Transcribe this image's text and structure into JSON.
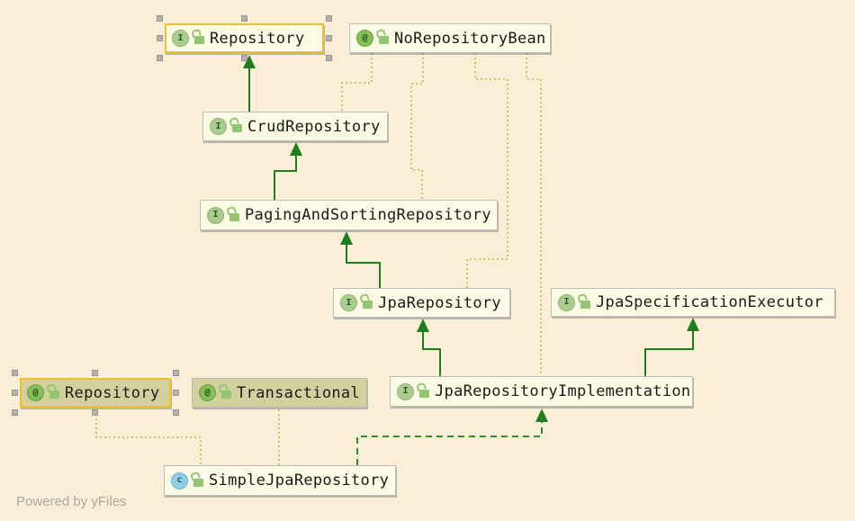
{
  "page": {
    "watermark": "Powered by yFiles",
    "background_color": "#faeed6"
  },
  "colors": {
    "node_fill": "#fbfae5",
    "node_fill_highlighted": "#d3d09e",
    "selection_border": "#edc127",
    "generalization_edge": "#1e7d1e",
    "realization_edge": "#2c8f2c",
    "annotation_edge": "#c9b042"
  },
  "icons": {
    "interface_letter": "I",
    "annotation_letter": "@",
    "class_letter": "c"
  },
  "nodes": [
    {
      "id": "repository-interface",
      "label": "Repository",
      "kind": "interface",
      "icon_letter": "I",
      "selected": true
    },
    {
      "id": "no-repository-bean",
      "label": "NoRepositoryBean",
      "kind": "annotation",
      "icon_letter": "@",
      "selected": false
    },
    {
      "id": "crud-repository",
      "label": "CrudRepository",
      "kind": "interface",
      "icon_letter": "I",
      "selected": false
    },
    {
      "id": "paging-and-sorting-repository",
      "label": "PagingAndSortingRepository",
      "kind": "interface",
      "icon_letter": "I",
      "selected": false
    },
    {
      "id": "jpa-repository",
      "label": "JpaRepository",
      "kind": "interface",
      "icon_letter": "I",
      "selected": false
    },
    {
      "id": "jpa-specification-executor",
      "label": "JpaSpecificationExecutor",
      "kind": "interface",
      "icon_letter": "I",
      "selected": false
    },
    {
      "id": "repository-annotation",
      "label": "Repository",
      "kind": "annotation",
      "icon_letter": "@",
      "selected": true,
      "highlighted": true
    },
    {
      "id": "transactional",
      "label": "Transactional",
      "kind": "annotation",
      "icon_letter": "@",
      "selected": false,
      "highlighted": true
    },
    {
      "id": "jpa-repository-implementation",
      "label": "JpaRepositoryImplementation",
      "kind": "interface",
      "icon_letter": "I",
      "selected": false
    },
    {
      "id": "simple-jpa-repository",
      "label": "SimpleJpaRepository",
      "kind": "class",
      "icon_letter": "c",
      "selected": false
    }
  ],
  "edges": [
    {
      "from": "CrudRepository",
      "to": "Repository",
      "type": "extends"
    },
    {
      "from": "PagingAndSortingRepository",
      "to": "CrudRepository",
      "type": "extends"
    },
    {
      "from": "JpaRepository",
      "to": "PagingAndSortingRepository",
      "type": "extends"
    },
    {
      "from": "JpaRepositoryImplementation",
      "to": "JpaRepository",
      "type": "extends"
    },
    {
      "from": "JpaRepositoryImplementation",
      "to": "JpaSpecificationExecutor",
      "type": "extends"
    },
    {
      "from": "SimpleJpaRepository",
      "to": "JpaRepositoryImplementation",
      "type": "implements"
    },
    {
      "from": "NoRepositoryBean",
      "to": "CrudRepository",
      "type": "annotation"
    },
    {
      "from": "NoRepositoryBean",
      "to": "PagingAndSortingRepository",
      "type": "annotation"
    },
    {
      "from": "NoRepositoryBean",
      "to": "JpaRepository",
      "type": "annotation"
    },
    {
      "from": "NoRepositoryBean",
      "to": "JpaRepositoryImplementation",
      "type": "annotation"
    },
    {
      "from": "Repository(annotation)",
      "to": "SimpleJpaRepository",
      "type": "annotation"
    },
    {
      "from": "Transactional",
      "to": "SimpleJpaRepository",
      "type": "annotation"
    }
  ]
}
